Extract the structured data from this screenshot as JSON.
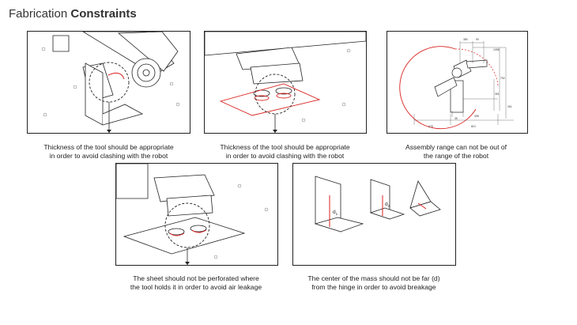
{
  "title": {
    "prefix": "Fabrication",
    "bold": "Constraints"
  },
  "captions": [
    {
      "line1": "Thickness of the tool should be appropriate",
      "line2": "in order to avoid clashing with the robot"
    },
    {
      "line1": "Thickness of the tool should be appropriate",
      "line2": "in order to avoid clashing with the robot"
    },
    {
      "line1": "Assembly range can not be out of",
      "line2": "the range of the robot"
    },
    {
      "line1": "The sheet should not be perforated where",
      "line2": "the tool holds it in order to avoid air leakage"
    },
    {
      "line1": "The center of the mass  should not be far (d)",
      "line2": "from the hinge in order to avoid breakage"
    }
  ],
  "dimensions": {
    "top": [
      "380",
      "90",
      "1098"
    ],
    "right": [
      "752",
      "351",
      "261"
    ],
    "bottom": [
      "678",
      "810",
      "498"
    ],
    "small": "35"
  },
  "labels": {
    "d1": "d",
    "d1_sub": "1",
    "d2": "d",
    "d2_sub": "2"
  },
  "colors": {
    "accent": "#d9221f",
    "stroke": "#222222"
  }
}
